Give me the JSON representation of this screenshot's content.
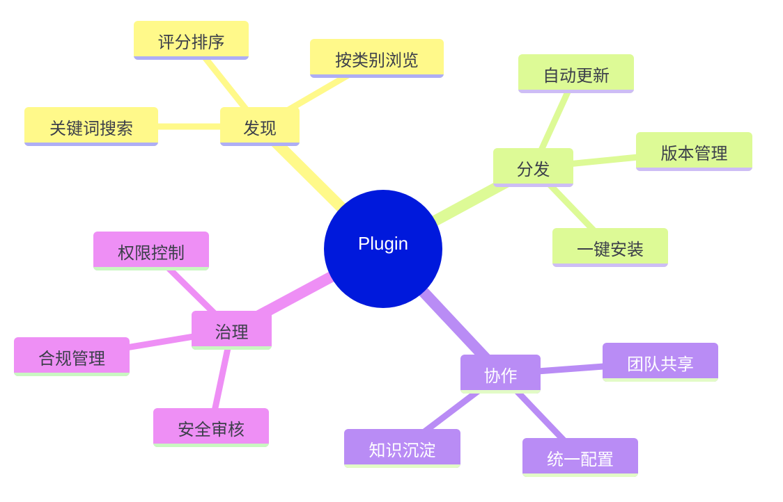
{
  "root": {
    "label": "Plugin",
    "color": "#0019dc",
    "text_color": "#ffffff"
  },
  "branches": [
    {
      "id": "discover",
      "label": "发现",
      "color": "#fff98a",
      "underline": "#aeaef5",
      "text_color": "#3c3f4a",
      "children": [
        {
          "label": "评分排序"
        },
        {
          "label": "按类别浏览"
        },
        {
          "label": "关键词搜索"
        }
      ]
    },
    {
      "id": "distribute",
      "label": "分发",
      "color": "#ddfa96",
      "underline": "#cdbdf5",
      "text_color": "#3c3f4a",
      "children": [
        {
          "label": "自动更新"
        },
        {
          "label": "版本管理"
        },
        {
          "label": "一键安装"
        }
      ]
    },
    {
      "id": "governance",
      "label": "治理",
      "color": "#ee8ff5",
      "underline": "#c9f7c1",
      "text_color": "#3c3f4a",
      "children": [
        {
          "label": "权限控制"
        },
        {
          "label": "合规管理"
        },
        {
          "label": "安全审核"
        }
      ]
    },
    {
      "id": "collaborate",
      "label": "协作",
      "color": "#b98cf5",
      "underline": "#e2fbc6",
      "text_color": "#ffffff",
      "children": [
        {
          "label": "团队共享"
        },
        {
          "label": "知识沉淀"
        },
        {
          "label": "统一配置"
        }
      ]
    }
  ]
}
